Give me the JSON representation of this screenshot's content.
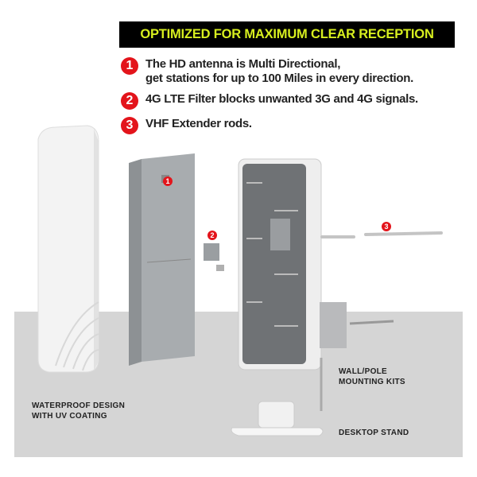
{
  "banner": "OPTIMIZED FOR MAXIMUM CLEAR RECEPTION",
  "features": [
    {
      "num": "1",
      "line1": "The HD antenna is Multi Directional,",
      "line2": "get stations for up to 100 Miles in every direction."
    },
    {
      "num": "2",
      "line1": "4G LTE Filter blocks unwanted 3G and 4G signals."
    },
    {
      "num": "3",
      "line1": "VHF Extender rods."
    }
  ],
  "labels": {
    "waterproof1": "WATERPROOF DESIGN",
    "waterproof2": "WITH UV COATING",
    "mount1": "WALL/POLE",
    "mount2": "MOUNTING KITS",
    "stand": "DESKTOP STAND"
  },
  "colors": {
    "banner_bg": "#000000",
    "banner_text": "#d7ee1f",
    "accent": "#e3141b"
  }
}
